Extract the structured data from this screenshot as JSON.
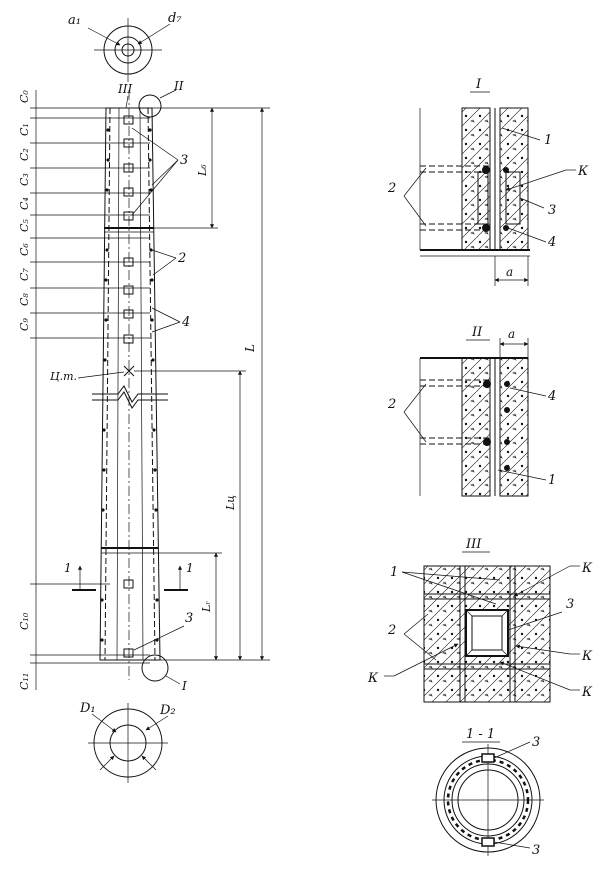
{
  "top_section": {
    "label_a1": "a₁",
    "label_d7": "d₇"
  },
  "main_view": {
    "label_III": "III",
    "label_II": "II",
    "label_I": "I",
    "left_dims": [
      "C₀",
      "C₁",
      "C₂",
      "C₃",
      "C₄",
      "C₅",
      "C₆",
      "C₇",
      "C₈",
      "C₉",
      "C₁₀",
      "C₁₁"
    ],
    "label_ct": "Ц.т.",
    "dim_L": "L",
    "dim_L6": "L₆",
    "dim_Lc": "Lц",
    "dim_Lr": "Lᵣ",
    "callout_3": "3",
    "callout_2": "2",
    "callout_4": "4",
    "callout_3b": "3",
    "section_mark": "1"
  },
  "bottom_section": {
    "label_D1": "D₁",
    "label_D2": "D₂"
  },
  "detail_I": {
    "title": "I",
    "c1": "1",
    "c2": "2",
    "c3": "3",
    "c4": "4",
    "k": "К",
    "dim_a": "a"
  },
  "detail_II": {
    "title": "II",
    "c1": "1",
    "c2": "2",
    "c4": "4",
    "dim_a": "a"
  },
  "detail_III": {
    "title": "III",
    "c1": "1",
    "c2": "2",
    "c3": "3",
    "k1": "К",
    "k2": "К",
    "k3": "К",
    "k4": "К"
  },
  "section_11": {
    "title": "1 - 1",
    "c3a": "3",
    "c3b": "3"
  }
}
